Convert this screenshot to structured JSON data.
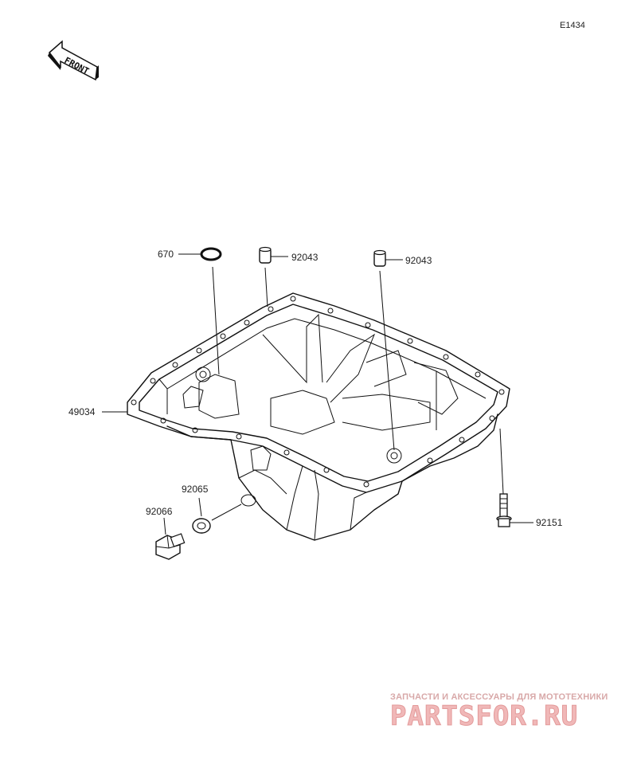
{
  "diagram_code": "E1434",
  "front_arrow_label": "FRONT",
  "parts": {
    "p670": "670",
    "p92043_left": "92043",
    "p92043_right": "92043",
    "p49034": "49034",
    "p92065": "92065",
    "p92066": "92066",
    "p92151": "92151"
  },
  "watermark": {
    "tagline": "ЗАПЧАСТИ И АКСЕССУАРЫ ДЛЯ МОТОТЕХНИКИ",
    "logo_text": "PARTSFOR.RU"
  }
}
